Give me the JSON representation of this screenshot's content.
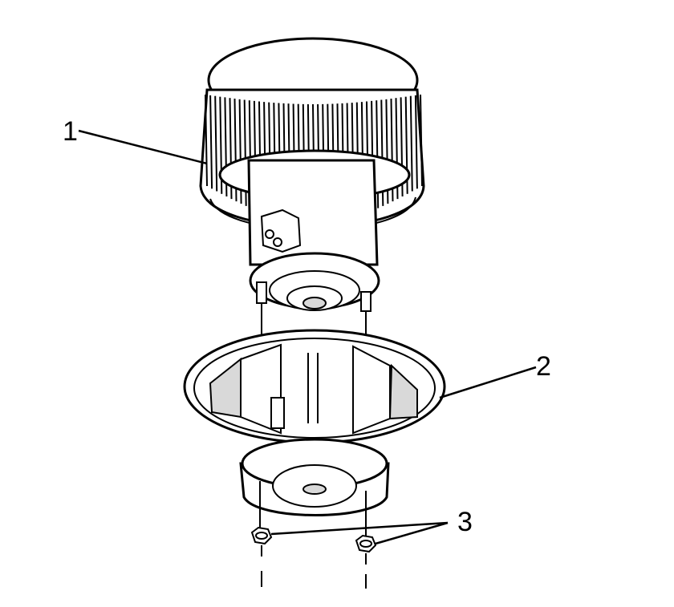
{
  "callouts": [
    {
      "label": "1",
      "part": "blower-motor"
    },
    {
      "label": "2",
      "part": "blower-housing-ring"
    },
    {
      "label": "3",
      "part": "mounting-nuts"
    }
  ]
}
